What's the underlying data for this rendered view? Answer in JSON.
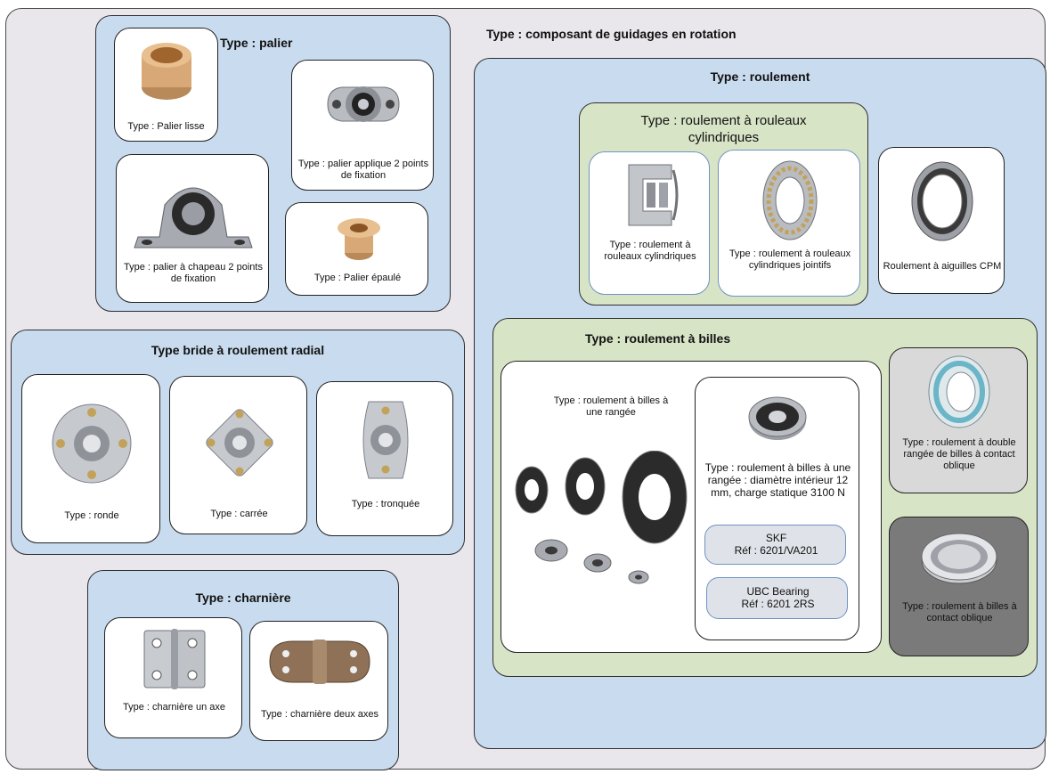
{
  "main_title": "Type : composant de guidages en rotation",
  "palier": {
    "title": "Type : palier",
    "items": [
      {
        "label": "Type : Palier lisse",
        "icon": "plain-bushing-icon"
      },
      {
        "label": "Type : palier applique 2 points de fixation",
        "icon": "flange-bearing-icon"
      },
      {
        "label": "Type : palier à chapeau 2 points de fixation",
        "icon": "pillow-block-icon"
      },
      {
        "label": "Type : Palier épaulé",
        "icon": "flanged-bushing-icon"
      }
    ]
  },
  "bride": {
    "title": "Type bride à roulement radial",
    "items": [
      {
        "label": "Type : ronde",
        "icon": "round-flange-icon"
      },
      {
        "label": "Type : carrée",
        "icon": "square-flange-icon"
      },
      {
        "label": "Type : tronquée",
        "icon": "truncated-flange-icon"
      }
    ]
  },
  "charniere": {
    "title": "Type : charnière",
    "items": [
      {
        "label": "Type : charnière un axe",
        "icon": "hinge-icon"
      },
      {
        "label": "Type : charnière deux axes",
        "icon": "double-hinge-icon"
      }
    ]
  },
  "roulement": {
    "title": "Type : roulement",
    "rouleaux": {
      "title": "Type : roulement à rouleaux cylindriques",
      "items": [
        {
          "label": "Type : roulement à rouleaux cylindriques",
          "icon": "roller-bearing-icon"
        },
        {
          "label": "Type : roulement à rouleaux cylindriques jointifs",
          "icon": "full-roller-bearing-icon"
        }
      ]
    },
    "aiguilles": {
      "label": "Roulement à aiguilles CPM",
      "icon": "needle-bearing-icon"
    },
    "billes": {
      "title": "Type : roulement à billes",
      "une_rangee": {
        "label": "Type : roulement à billes à une rangée",
        "icon": "ball-bearings-set-icon"
      },
      "detail": {
        "label": "Type : roulement à billes à une rangée : diamètre intérieur 12 mm, charge statique 3100 N",
        "icon": "sealed-ball-bearing-icon",
        "refs": [
          {
            "brand": "SKF",
            "ref": "Réf : 6201/VA201"
          },
          {
            "brand": "UBC Bearing",
            "ref": "Réf : 6201 2RS"
          }
        ]
      },
      "double": {
        "label": "Type : roulement à double rangée de billes à contact oblique",
        "icon": "double-row-bearing-icon"
      },
      "oblique": {
        "label": "Type : roulement à billes à contact oblique",
        "icon": "angular-contact-bearing-icon"
      }
    }
  }
}
